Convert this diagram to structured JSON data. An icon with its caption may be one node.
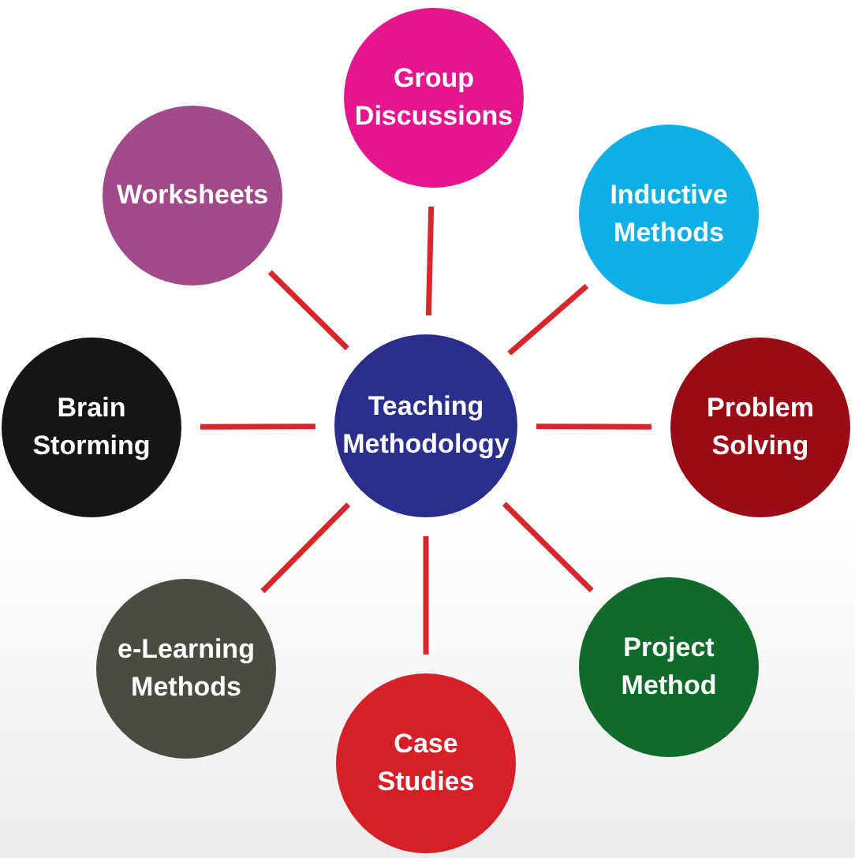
{
  "diagram": {
    "nodes": [
      {
        "text": [
          "Teaching Methodology"
        ]
      },
      {
        "text": [
          "Group Discussions"
        ]
      },
      {
        "text": [
          "Inductive Methods"
        ]
      },
      {
        "text": [
          "Problem Solving"
        ]
      },
      {
        "text": [
          "Project Method"
        ]
      },
      {
        "text": [
          "Case Studies"
        ]
      },
      {
        "text": [
          "e-Learning Methods"
        ]
      },
      {
        "text": [
          "Brain Storming"
        ]
      },
      {
        "text": [
          "Worksheets"
        ]
      }
    ],
    "edges": [
      {
        "from": 0,
        "to": 1,
        "arrow": "none"
      },
      {
        "from": 0,
        "to": 2,
        "arrow": "none"
      },
      {
        "from": 0,
        "to": 3,
        "arrow": "none"
      },
      {
        "from": 0,
        "to": 4,
        "arrow": "none"
      },
      {
        "from": 0,
        "to": 5,
        "arrow": "none"
      },
      {
        "from": 0,
        "to": 6,
        "arrow": "none"
      },
      {
        "from": 0,
        "to": 7,
        "arrow": "none"
      },
      {
        "from": 0,
        "to": 8,
        "arrow": "none"
      }
    ]
  }
}
